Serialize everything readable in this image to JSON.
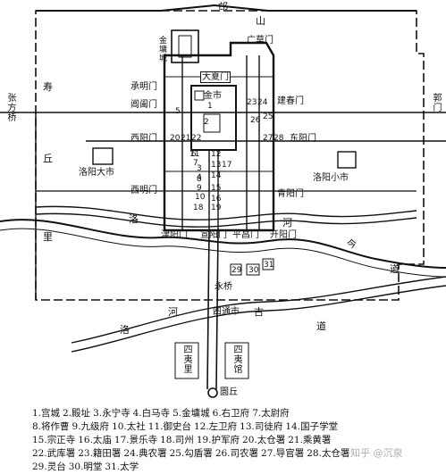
{
  "map": {
    "outer_labels": {
      "mang_mountain": "邙",
      "mountain": "山",
      "shou": "寿",
      "qiu": "丘",
      "li": "里",
      "zhangfang_bridge": "张方桥",
      "guo_gate": "郭门",
      "luo_river": "洛",
      "he": "河",
      "jin": "今",
      "luo_river_south": "洛",
      "he_south": "河",
      "gu": "古",
      "dao": "道",
      "xin_dao": "道",
      "yong_bridge": "永桥",
      "sitong_market": "四通市",
      "siyi_li": "四夷里",
      "siyi_guan": "四夷馆",
      "yuanqiu": "圜丘"
    },
    "city_labels": {
      "jinyong_city": "金墉城",
      "guangmo_gate": "广莫门",
      "daxia_gate": "大夏门",
      "chengming_gate": "承明门",
      "jin_market": "金市",
      "changhe_gate": "阊阖门",
      "jianchun_gate": "建春门",
      "xiyang_gate": "西阳门",
      "dongyang_gate": "东阳门",
      "luoyang_da_market": "洛阳大市",
      "luoyang_xiao_market": "洛阳小市",
      "ximing_gate": "西明门",
      "qingyang_gate": "青阳门",
      "jinyang_gate": "津阳门",
      "xuanyang_gate": "宣阳门",
      "pingchang_gate": "平昌门",
      "kaiyang_gate": "开阳门"
    },
    "site_numbers": [
      "1",
      "2",
      "3",
      "4",
      "5",
      "6",
      "7",
      "8",
      "9",
      "10",
      "11",
      "12",
      "13",
      "14",
      "15",
      "16",
      "17",
      "18",
      "19",
      "20",
      "21",
      "22",
      "23",
      "24",
      "25",
      "26",
      "27",
      "28",
      "29",
      "30",
      "31"
    ]
  },
  "legend": {
    "rows": [
      [
        "1.宫城",
        "2.殿址",
        "3.永宁寺",
        "4.白马寺",
        "5.金墉城",
        "6.右卫府",
        "7.太尉府"
      ],
      [
        "8.将作曹",
        "9.九级府",
        "10.太社",
        "11.御史台",
        "12.左卫府",
        "13.司徒府",
        "14.国子学堂"
      ],
      [
        "15.宗正寺",
        "16.太庙",
        "17.景乐寺",
        "18.司州",
        "19.护军府",
        "20.太仓署",
        "21.乘黄署"
      ],
      [
        "22.武库署",
        "23.籍田署",
        "24.典农署",
        "25.勾盾署",
        "26.司农署",
        "27.导官署",
        "28.太仓署"
      ],
      [
        "29.灵台",
        "30.明堂",
        "31.太学"
      ]
    ]
  },
  "watermark": "知乎 @沉泉"
}
